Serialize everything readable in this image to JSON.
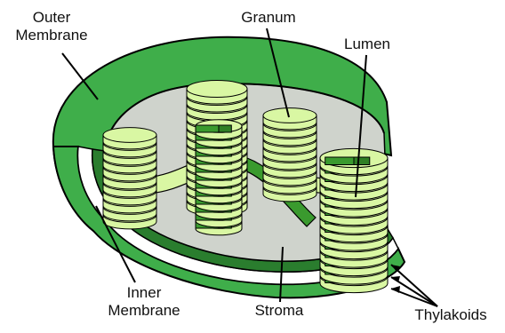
{
  "labels": {
    "outer_membrane_1": "Outer",
    "outer_membrane_2": "Membrane",
    "granum": "Granum",
    "lumen": "Lumen",
    "inner_membrane_1": "Inner",
    "inner_membrane_2": "Membrane",
    "stroma": "Stroma",
    "thylakoids": "Thylakoids"
  },
  "colors": {
    "outer_membrane": "#3fae4a",
    "membrane_dark": "#2a7d2e",
    "stroma": "#cfd3cc",
    "thylakoid_light": "#d9f7a3",
    "thylakoid_dark": "#3a9a2e",
    "outline": "#000000"
  }
}
